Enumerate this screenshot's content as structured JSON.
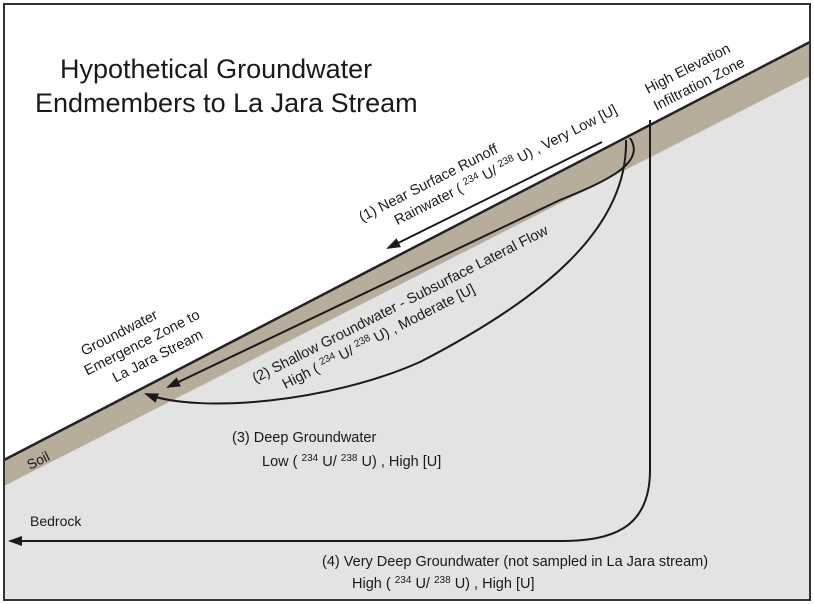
{
  "title": {
    "line1": "Hypothetical Groundwater",
    "line2": "Endmembers to La Jara Stream"
  },
  "zones": {
    "infiltration_line1": "High Elevation",
    "infiltration_line2": "Infiltration Zone",
    "emergence_line1": "Groundwater",
    "emergence_line2": "Emergence Zone to",
    "emergence_line3": "La Jara Stream"
  },
  "layers": {
    "soil": "Soil",
    "bedrock": "Bedrock"
  },
  "flowpaths": [
    {
      "id": "1",
      "number": "(1)",
      "name": "Near Surface Runoff",
      "source": "Rainwater",
      "ratio_high_low": "",
      "conc": "Very Low [U]"
    },
    {
      "id": "2",
      "number": "(2)",
      "name": "Shallow Groundwater - Subsurface Lateral Flow",
      "ratio_high_low": "High",
      "conc": "Moderate [U]"
    },
    {
      "id": "3",
      "number": "(3)",
      "name": "Deep Groundwater",
      "ratio_high_low": "Low",
      "conc": "High [U]"
    },
    {
      "id": "4",
      "number": "(4)",
      "name": "Very Deep Groundwater (not sampled in La Jara stream)",
      "ratio_high_low": "High",
      "conc": "High [U]"
    }
  ],
  "ratio": {
    "open": "(",
    "sup_a": "234",
    "u_a": "U/",
    "sup_b": "238",
    "u_b": "U)",
    "comma": ","
  },
  "colors": {
    "background": "#ffffff",
    "bedrock": "#e3e3e3",
    "soil": "#b8ac9b",
    "surface_line": "#222222",
    "arrow": "#1a1a1a",
    "border": "#333333"
  }
}
